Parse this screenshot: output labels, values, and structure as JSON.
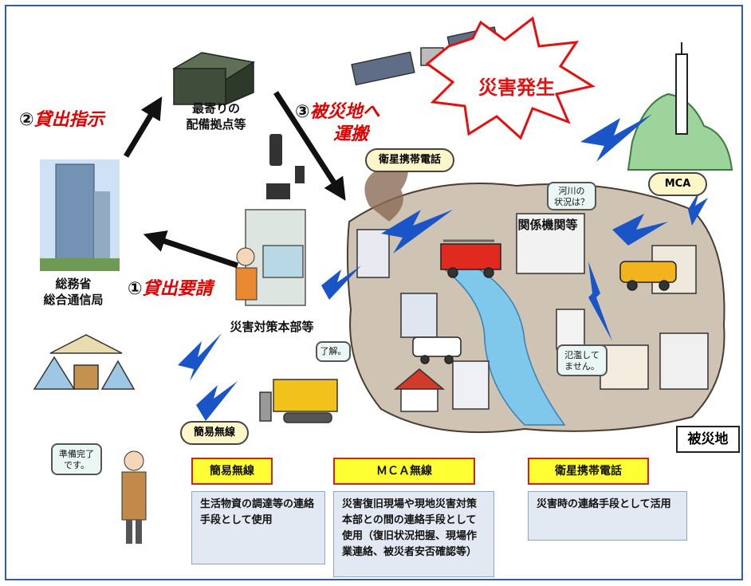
{
  "steps": {
    "step1": {
      "num": "①",
      "text": "貸出要請"
    },
    "step2": {
      "num": "②",
      "text": "貸出指示"
    },
    "step3": {
      "num": "③",
      "text": "被災地へ",
      "text2": "運搬"
    }
  },
  "nodes": {
    "ministry": [
      "総務省",
      "総合通信局"
    ],
    "depot": [
      "最寄りの",
      "配備拠点等"
    ],
    "hq": "災害対策本部等",
    "agencies": "関係機関等",
    "disaster_area": "被災地",
    "disaster_burst": "災害発生"
  },
  "capsules": {
    "satellite_phone": "衛星携帯電話",
    "mca": "MCA",
    "simple_radio": "簡易無線"
  },
  "bubbles": {
    "river_query": [
      "河川の",
      "状況は？"
    ],
    "no_flood": [
      "氾濫して",
      "ません。"
    ],
    "roger": "了解。",
    "ready": [
      "準備完了",
      "です。"
    ]
  },
  "legend": [
    {
      "tag": "簡易無線",
      "desc": "生活物資の調達等の連絡手段として使用"
    },
    {
      "tag": "ＭＣＡ無線",
      "desc": "災害復旧現場や現地災害対策本部との間の連絡手段として使用（復旧状況把握、現場作業連絡、被災者安否確認等）"
    },
    {
      "tag": "衛星携帯電話",
      "desc": "災害時の連絡手段として活用"
    }
  ],
  "colors": {
    "step_red": "#e00000",
    "tag_yellow": "#ffff33",
    "tag_border": "#d62020",
    "desc_bg": "#e3e9f3",
    "frame_blue": "#2f5f9e"
  }
}
